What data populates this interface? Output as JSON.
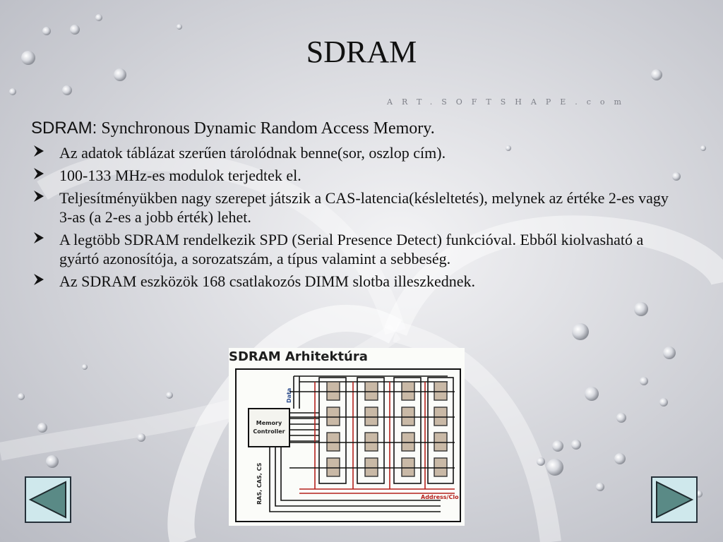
{
  "slide": {
    "title": "SDRAM",
    "watermark": "ART.SOFTSHAPE.com",
    "intro": {
      "term": "SDRAM:",
      "definition": "Synchronous Dynamic Random Access Memory."
    },
    "bullets": [
      "Az adatok táblázat szerűen tárolódnak benne(sor, oszlop cím).",
      "100-133 MHz-es modulok terjedtek el.",
      "Teljesítményükben nagy szerepet játszik a CAS-latencia(késleltetés), melynek az értéke 2-es vagy 3-as (a 2-es a jobb érték) lehet.",
      "A legtöbb SDRAM rendelkezik SPD (Serial Presence Detect) funkcióval. Ebből kiolvasható a gyártó azonosítója, a sorozatszám, a típus valamint a sebbeség.",
      "Az SDRAM eszközök 168 csatlakozós DIMM slotba illeszkednek."
    ],
    "bullet_icon": "arrowhead-bullet-icon"
  },
  "figure": {
    "title": "SDRAM Arhitektúra",
    "controller_label_1": "Memory",
    "controller_label_2": "Controller",
    "data_label": "Data",
    "signal_label": "RAS, CAS, CS",
    "address_label": "Address/Clo"
  },
  "navigation": {
    "prev_icon": "triangle-left-icon",
    "next_icon": "triangle-right-icon"
  },
  "colors": {
    "nav_fill": "#cfe8ec",
    "nav_arrow": "#5a8a86",
    "chip": "#c9b9a6",
    "bus_red": "#b5201c"
  }
}
